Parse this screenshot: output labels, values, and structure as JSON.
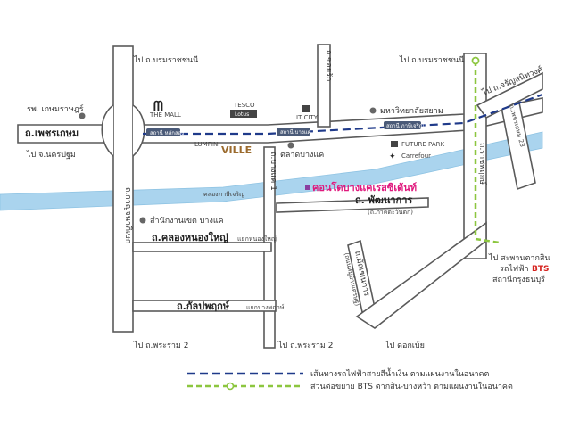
{
  "colors": {
    "canal": "#aad4ee",
    "road_edge": "#5a5a5a",
    "mrt_line": "#1f3a8a",
    "bts_line": "#8cc63f",
    "highlight": "#e0197d",
    "station_badge": "#4a5a78"
  },
  "directions": {
    "top_boromrat_left": "ไป ถ.บรมราชชนนี",
    "top_boromrat_right": "ไป ถ.บรมราชชนนี",
    "to_charansanitwong": "ไป ถ.จรัญสนิทวงศ์",
    "to_nakhonpathom": "ไป จ.นครปฐม",
    "to_rama2_left": "ไป ถ.พระราม 2",
    "to_rama2_mid": "ไป ถ.พระราม 2",
    "to_dokmai": "ไป ดอกเบ้ย"
  },
  "roads": {
    "phetkasem": "ถ.เพชรเกษม",
    "kanchanaphisek": "ถ.กาญจนาภิเษก",
    "bang_khae_1": "ถ.บางแค 1",
    "soi_rak": "ถ.ซอยรัก",
    "ratchaphruek": "ถ.ราชพฤกษ์",
    "phetkasem_23": "ถ.เพชรเกษม 23",
    "klong_nong_yai": "ถ.คลองหนองใหญ่",
    "klong_nong_yai_junction": "แยกหนองใหญ่",
    "kanlapaphruek": "ถ.กัลปพฤกษ์",
    "kanlapaphruek_junction": "แยกบางพฤกษ์",
    "phatthanakan": "ถ. พัฒนาการ",
    "phatthanakan_sub": "(ถ.ภาคตะวันตก)",
    "muban_setthakit": "ถ.มัณฑนการ",
    "muban_setthakit_sub": "(ถนนหมู่บ้านเศรษฐ์)"
  },
  "canal": {
    "label": "คลองภาษีเจริญ"
  },
  "landmarks": {
    "kasemrat_hospital": "รพ. เกษมราษฎร์",
    "the_mall_logo": "ᗰ",
    "the_mall": "THE MALL",
    "tesco_top": "TESCO",
    "tesco_lotus": "Lotus",
    "it_city": "IT CITY",
    "lumpini_top": "LUMPINI",
    "lumpini_ville": "VILLE",
    "future_park": "FUTURE PARK",
    "carrefour": "Carrefour",
    "mahawitthayalai_sayam": "มหาวิทยาลัยสยาม",
    "talat_bang_khae": "ตลาดบางแค",
    "bang_khae_district_office": "สำนักงานเขต บางแค",
    "highlight_project": "คอนโดบางแคเรสซิเด้นท์",
    "bts_lbl_1": "ไป สะพานตากสิน",
    "bts_lbl_2": "รถไฟฟ้า",
    "bts_lbl_brand": "BTS",
    "bts_lbl_3": "สถานีกรุงธนบุรี"
  },
  "stations": [
    {
      "name": "สถานี หลักสอง"
    },
    {
      "name": "สถานี บางแค"
    },
    {
      "name": "สถานี ภาษีเจริญ"
    }
  ],
  "legend": {
    "mrt": "เส้นทางรถไฟฟ้าสายสีน้ำเงิน ตามแผนงานในอนาคต",
    "bts": "ส่วนต่อขยาย BTS ตากสิน-บางหว้า ตามแผนงานในอนาคต"
  }
}
